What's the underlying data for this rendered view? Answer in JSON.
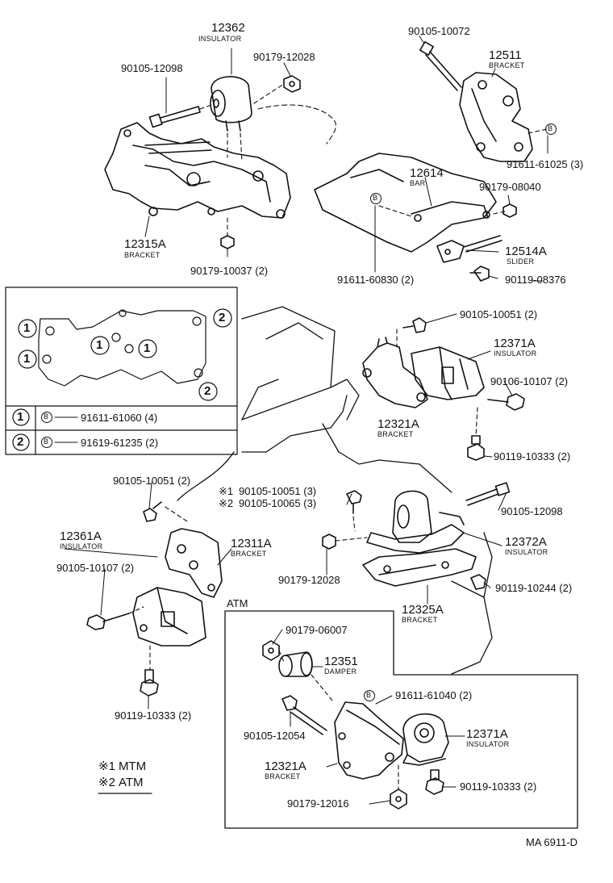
{
  "diagram": {
    "code": "MA 6911-D",
    "atm_box_title": "ATM",
    "parts": [
      {
        "number": "12362",
        "name": "INSULATOR"
      },
      {
        "number": "90105-12098"
      },
      {
        "number": "90179-12028"
      },
      {
        "number": "12315A",
        "name": "BRACKET"
      },
      {
        "number": "90179-10037 (2)"
      },
      {
        "number": "90105-10072"
      },
      {
        "number": "12511",
        "name": "BRACKET"
      },
      {
        "number": "91611-61025 (3)"
      },
      {
        "number": "12614",
        "name": "BAR"
      },
      {
        "number": "90179-08040"
      },
      {
        "number": "12514A",
        "name": "SLIDER"
      },
      {
        "number": "91611-60830 (2)"
      },
      {
        "number": "90119-08376"
      },
      {
        "number": "90105-10051 (2)"
      },
      {
        "number": "12371A",
        "name": "INSULATOR"
      },
      {
        "number": "90106-10107 (2)"
      },
      {
        "number": "12321A",
        "name": "BRACKET"
      },
      {
        "number": "90119-10333 (2)"
      },
      {
        "number": "90105-10051 (2)"
      },
      {
        "number": "90105-10051 (3)",
        "prefix": "※1"
      },
      {
        "number": "90105-10065 (3)",
        "prefix": "※2"
      },
      {
        "number": "90105-12098"
      },
      {
        "number": "12361A",
        "name": "INSULATOR"
      },
      {
        "number": "12311A",
        "name": "BRACKET"
      },
      {
        "number": "90105-10107 (2)"
      },
      {
        "number": "12372A",
        "name": "INSULATOR"
      },
      {
        "number": "90179-12028"
      },
      {
        "number": "90119-10244 (2)"
      },
      {
        "number": "12325A",
        "name": "BRACKET"
      },
      {
        "number": "90119-10333 (2)"
      },
      {
        "number": "90179-06007"
      },
      {
        "number": "12351",
        "name": "DAMPER"
      },
      {
        "number": "91611-61040 (2)"
      },
      {
        "number": "90105-12054"
      },
      {
        "number": "12371A",
        "name": "INSULATOR"
      },
      {
        "number": "12321A",
        "name": "BRACKET"
      },
      {
        "number": "90119-10333 (2)"
      },
      {
        "number": "90179-12016"
      }
    ],
    "legend": {
      "rows": [
        {
          "marker": "1",
          "bolt_symbol": "B",
          "part": "91611-61060 (4)"
        },
        {
          "marker": "2",
          "bolt_symbol": "B",
          "part": "91619-61235 (2)"
        }
      ]
    },
    "notes": [
      {
        "mark": "※1",
        "text": "MTM"
      },
      {
        "mark": "※2",
        "text": "ATM"
      }
    ],
    "b_symbol": "B"
  }
}
